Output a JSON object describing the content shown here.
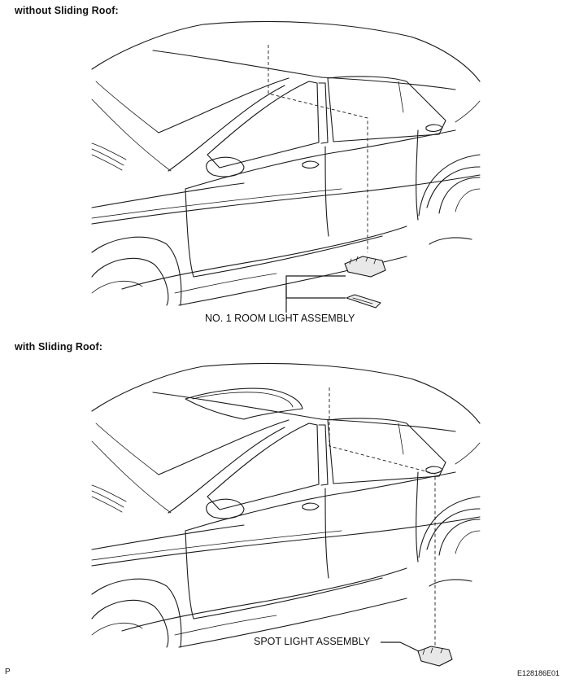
{
  "diagram": {
    "top_section": {
      "heading": "without  Sliding Roof:",
      "part_label": "NO. 1 ROOM LIGHT ASSEMBLY"
    },
    "bottom_section": {
      "heading": "with Sliding Roof:",
      "part_label": "SPOT LIGHT ASSEMBLY"
    },
    "footer": {
      "page_marker": "P",
      "figure_code": "E128186E01"
    }
  }
}
